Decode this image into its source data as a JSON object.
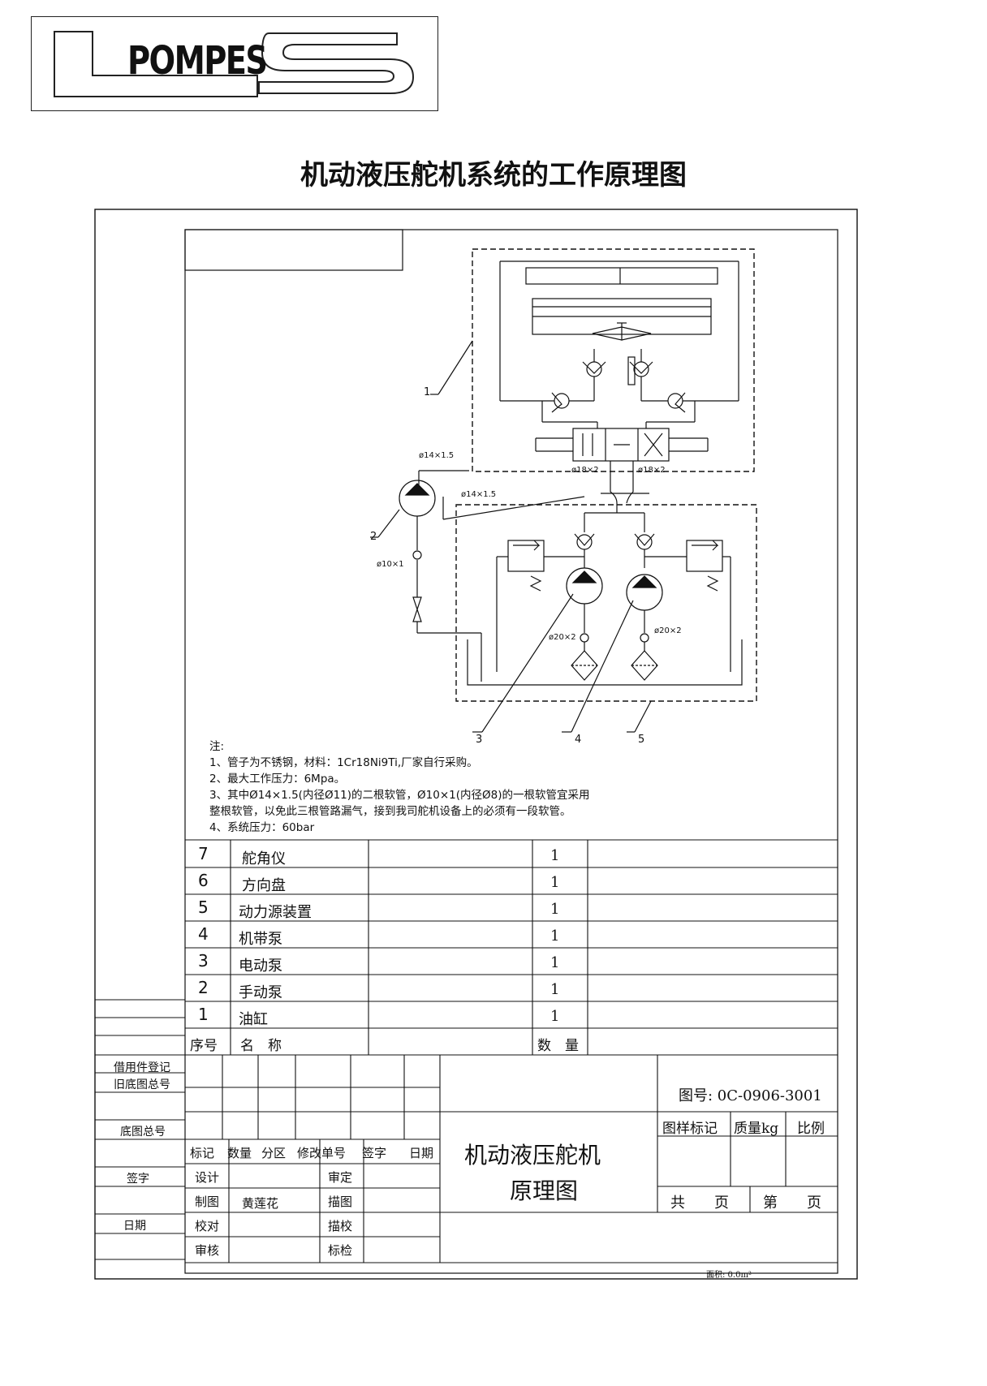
{
  "logo": {
    "text": "POMPES",
    "letter": "S",
    "letter_l": "L"
  },
  "title": "机动液压舵机系统的工作原理图",
  "diagram": {
    "labels": {
      "d14_a": "ø14×1.5",
      "d14_b": "ø14×1.5",
      "d10": "ø10×1",
      "d18_a": "ø18×2",
      "d18_b": "ø18×2",
      "d20_a": "ø20×2",
      "d20_b": "ø20×2"
    },
    "callouts": [
      "1",
      "2",
      "3",
      "4",
      "5"
    ]
  },
  "notes": {
    "heading": "注:",
    "items": [
      "1、管子为不锈钢，材料：1Cr18Ni9Ti,厂家自行采购。",
      "2、最大工作压力：6Mpa。",
      "3、其中Ø14×1.5(内径Ø11)的二根软管，Ø10×1(内径Ø8)的一根软管宜采用",
      "整根软管，以免此三根管路漏气，接到我司舵机设备上的必须有一段软管。",
      "4、系统压力：60bar"
    ]
  },
  "parts": {
    "rows": [
      {
        "no": "7",
        "name": "舵角仪",
        "qty": "1"
      },
      {
        "no": "6",
        "name": "方向盘",
        "qty": "1"
      },
      {
        "no": "5",
        "name": "动力源装置",
        "qty": "1"
      },
      {
        "no": "4",
        "name": "机带泵",
        "qty": "1"
      },
      {
        "no": "3",
        "name": "电动泵",
        "qty": "1"
      },
      {
        "no": "2",
        "name": "手动泵",
        "qty": "1"
      },
      {
        "no": "1",
        "name": "油缸",
        "qty": "1"
      }
    ],
    "header": {
      "no": "序号",
      "name": "名　称",
      "qty": "数　量"
    }
  },
  "titleblock": {
    "side": [
      "借用件登记",
      "旧底图总号",
      "底图总号",
      "签字",
      "日期"
    ],
    "rev_headers": [
      "标记",
      "数量",
      "分区",
      "修改单号",
      "签字",
      "日期"
    ],
    "roles_left": [
      "设计",
      "制图",
      "校对",
      "审核"
    ],
    "roles_right": [
      "审定",
      "描图",
      "描校",
      "标检"
    ],
    "drafter": "黄莲花",
    "drawing_name_1": "机动液压舵机",
    "drawing_name_2": "原理图",
    "drawing_no": "图号: 0C-0906-3001",
    "mark_headers": [
      "图样标记",
      "质量kg",
      "比例"
    ],
    "total_pages": "共　　页",
    "page_no": "第　　页",
    "area": "面积: 0.0m²"
  }
}
